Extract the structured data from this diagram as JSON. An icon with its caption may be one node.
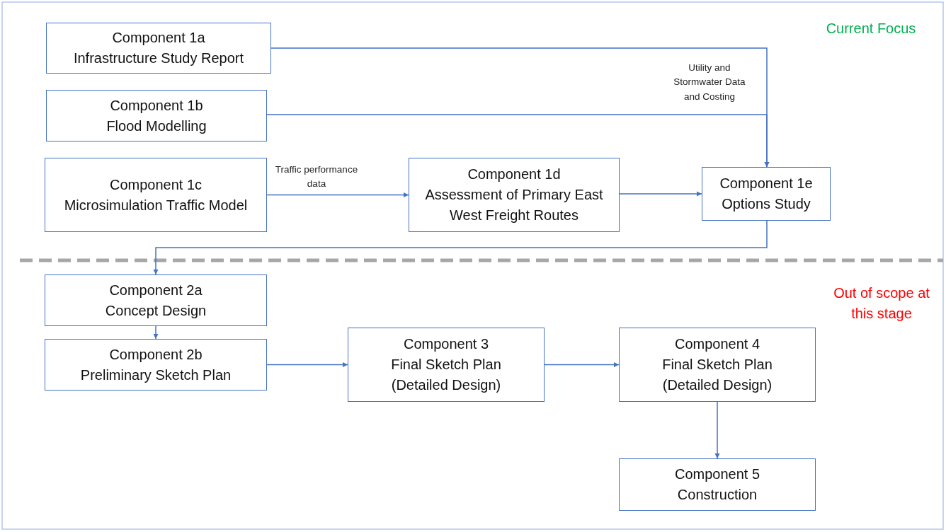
{
  "diagram": {
    "nodes": [
      {
        "text": [
          "Component 1a",
          "Infrastructure Study Report"
        ]
      },
      {
        "text": [
          "Component 1b",
          "Flood Modelling"
        ]
      },
      {
        "text": [
          "Component 1c",
          "Microsimulation Traffic Model"
        ]
      },
      {
        "text": [
          "Component 1d",
          "Assessment of Primary East West Freight Routes"
        ]
      },
      {
        "text": [
          "Component 1e",
          "Options Study"
        ]
      },
      {
        "text": [
          "Component 2a",
          "Concept Design"
        ]
      },
      {
        "text": [
          "Component 2b",
          "Preliminary Sketch Plan"
        ]
      },
      {
        "text": [
          "Component 3",
          "Final Sketch Plan",
          "(Detailed Design)"
        ]
      },
      {
        "text": [
          "Component 4",
          "Final Sketch Plan",
          "(Detailed Design)"
        ]
      },
      {
        "text": [
          "Component 5",
          "Construction"
        ]
      }
    ],
    "edges": [
      {
        "from": 0,
        "to": 4,
        "arrow": "to",
        "label": "Utility and Stormwater Data and Costing"
      },
      {
        "from": 1,
        "to": 4,
        "arrow": "to"
      },
      {
        "from": 2,
        "to": 3,
        "arrow": "to",
        "label": "Traffic performance data"
      },
      {
        "from": 3,
        "to": 4,
        "arrow": "to"
      },
      {
        "from": 4,
        "to": 5,
        "arrow": "to"
      },
      {
        "from": 5,
        "to": 6,
        "arrow": "to"
      },
      {
        "from": 6,
        "to": 7,
        "arrow": "to"
      },
      {
        "from": 7,
        "to": 8,
        "arrow": "to"
      },
      {
        "from": 8,
        "to": 9,
        "arrow": "to"
      }
    ],
    "labels": [
      "Current Focus",
      "Out of scope at this stage"
    ]
  }
}
